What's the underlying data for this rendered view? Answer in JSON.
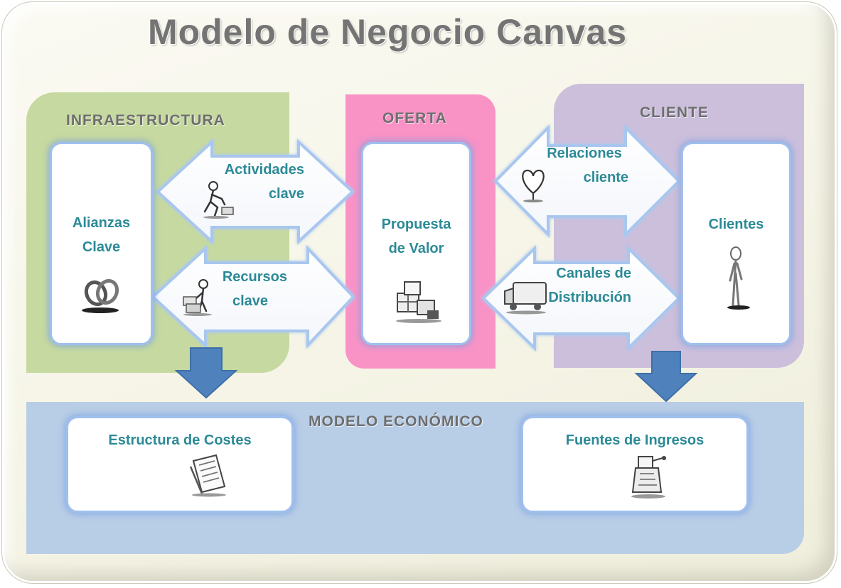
{
  "title": "Modelo de Negocio Canvas",
  "sections": {
    "infraestructura": "INFRAESTRUCTURA",
    "oferta": "OFERTA",
    "cliente": "CLIENTE",
    "modelo_economico": "MODELO ECONÓMICO"
  },
  "blocks": {
    "alianzas": [
      "Alianzas",
      "Clave"
    ],
    "propuesta": [
      "Propuesta",
      "de Valor"
    ],
    "clientes": "Clientes",
    "costes": "Estructura de Costes",
    "ingresos": "Fuentes de Ingresos"
  },
  "arrows": {
    "actividades": [
      "Actividades",
      "clave"
    ],
    "recursos": [
      "Recursos",
      "clave"
    ],
    "relaciones": [
      "Relaciones",
      "cliente"
    ],
    "canales": [
      "Canales de",
      "Distribución"
    ]
  },
  "icons": {
    "alianzas": "linked-rings-icon",
    "actividades": "kneeling-worker-icon",
    "recursos": "person-with-crates-icon",
    "propuesta": "gift-boxes-icon",
    "relaciones": "heart-icon",
    "canales": "delivery-truck-icon",
    "clientes": "standing-person-icon",
    "costes": "invoice-paper-icon",
    "ingresos": "cash-register-icon"
  },
  "colors": {
    "infraestructura": "#c6d9a0",
    "oferta": "#f993c6",
    "cliente": "#cbbfdc",
    "modelo_economico": "#b8cde6",
    "label_text": "#2c8a96",
    "flow_arrow": "#4f81bd"
  }
}
